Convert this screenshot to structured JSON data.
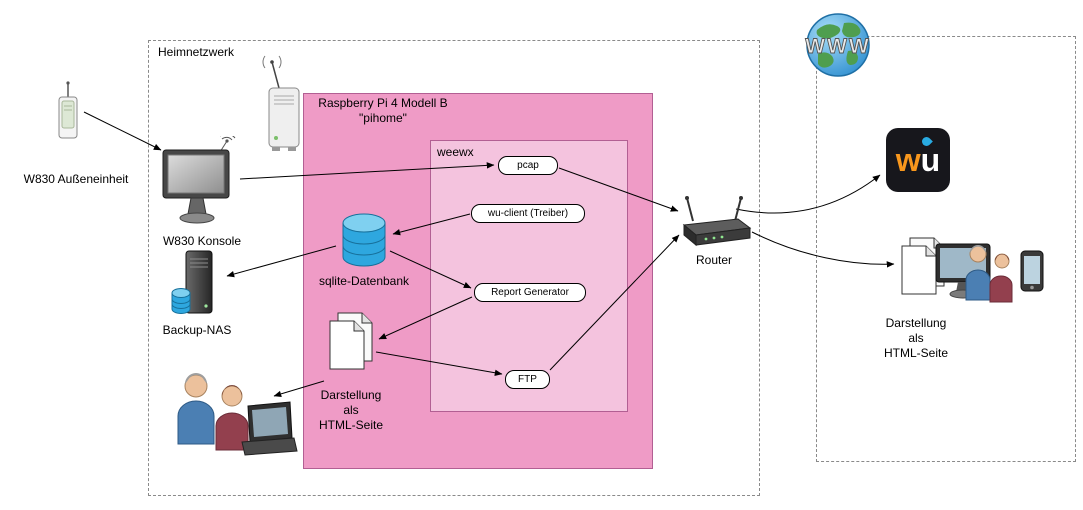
{
  "home_network": {
    "label": "Heimnetzwerk",
    "raspberry_box": {
      "title": "Raspberry Pi 4 Modell B",
      "subtitle": "\"pihome\""
    },
    "weewx_box": {
      "label": "weewx",
      "pcap": "pcap",
      "wu_client": "wu-client (Treiber)",
      "report_generator": "Report Generator",
      "ftp": "FTP"
    },
    "console_label": "W830 Konsole",
    "sqlite_label": "sqlite-Datenbank",
    "nas_label": "Backup-NAS",
    "html_pages_label": "Darstellung\nals\nHTML-Seite",
    "router_label": "Router"
  },
  "outdoor_unit_label": "W830 Außeneinheit",
  "internet": {
    "globe_label": "WWW",
    "wu_logo": {
      "w": "w",
      "u": "u"
    },
    "html_pages_label": "Darstellung\nals\nHTML-Seite"
  }
}
